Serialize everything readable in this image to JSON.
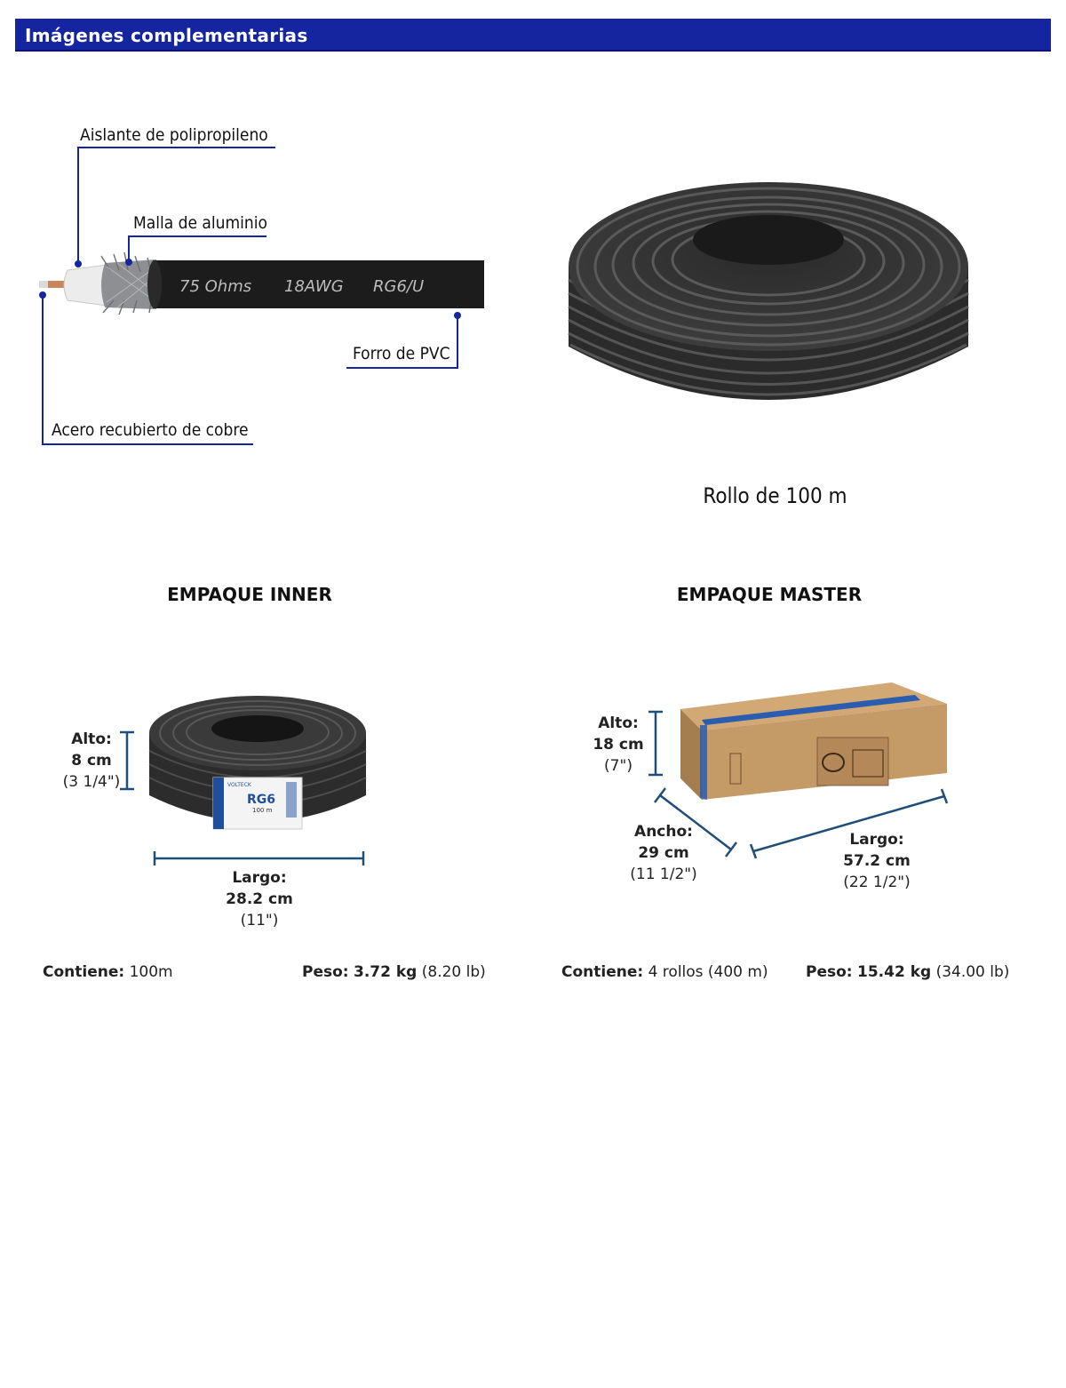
{
  "header": {
    "title": "Imágenes complementarias"
  },
  "cable_diagram": {
    "callouts": {
      "insulation": "Aislante de polipropileno",
      "mesh": "Malla de aluminio",
      "jacket": "Forro de PVC",
      "conductor": "Acero recubierto de cobre"
    },
    "printed_text": [
      "75 Ohms",
      "18AWG",
      "RG6/U"
    ]
  },
  "roll": {
    "caption": "Rollo de 100 m"
  },
  "inner": {
    "heading": "EMPAQUE INNER",
    "height": {
      "label": "Alto:",
      "metric": "8 cm",
      "imperial": "(3 1/4\")"
    },
    "length": {
      "label": "Largo:",
      "metric": "28.2 cm",
      "imperial": "(11\")"
    },
    "contains": {
      "label": "Contiene:",
      "value": "100m"
    },
    "weight": {
      "label": "Peso:",
      "metric": "3.72 kg",
      "imperial": "(8.20 lb)"
    },
    "product_label": {
      "brand": "VOLTECK",
      "model": "RG6",
      "length": "100 m"
    }
  },
  "master": {
    "heading": "EMPAQUE MASTER",
    "height": {
      "label": "Alto:",
      "metric": "18 cm",
      "imperial": "(7\")"
    },
    "width": {
      "label": "Ancho:",
      "metric": "29 cm",
      "imperial": "(11 1/2\")"
    },
    "length": {
      "label": "Largo:",
      "metric": "57.2 cm",
      "imperial": "(22 1/2\")"
    },
    "contains": {
      "label": "Contiene:",
      "value": "4 rollos (400 m)"
    },
    "weight": {
      "label": "Peso:",
      "metric": "15.42 kg",
      "imperial": "(34.00 lb)"
    }
  },
  "colors": {
    "accent": "#1525a0",
    "dimension_line": "#1f4e79",
    "cable": "#1c1c1c",
    "box": "#c49a66"
  }
}
